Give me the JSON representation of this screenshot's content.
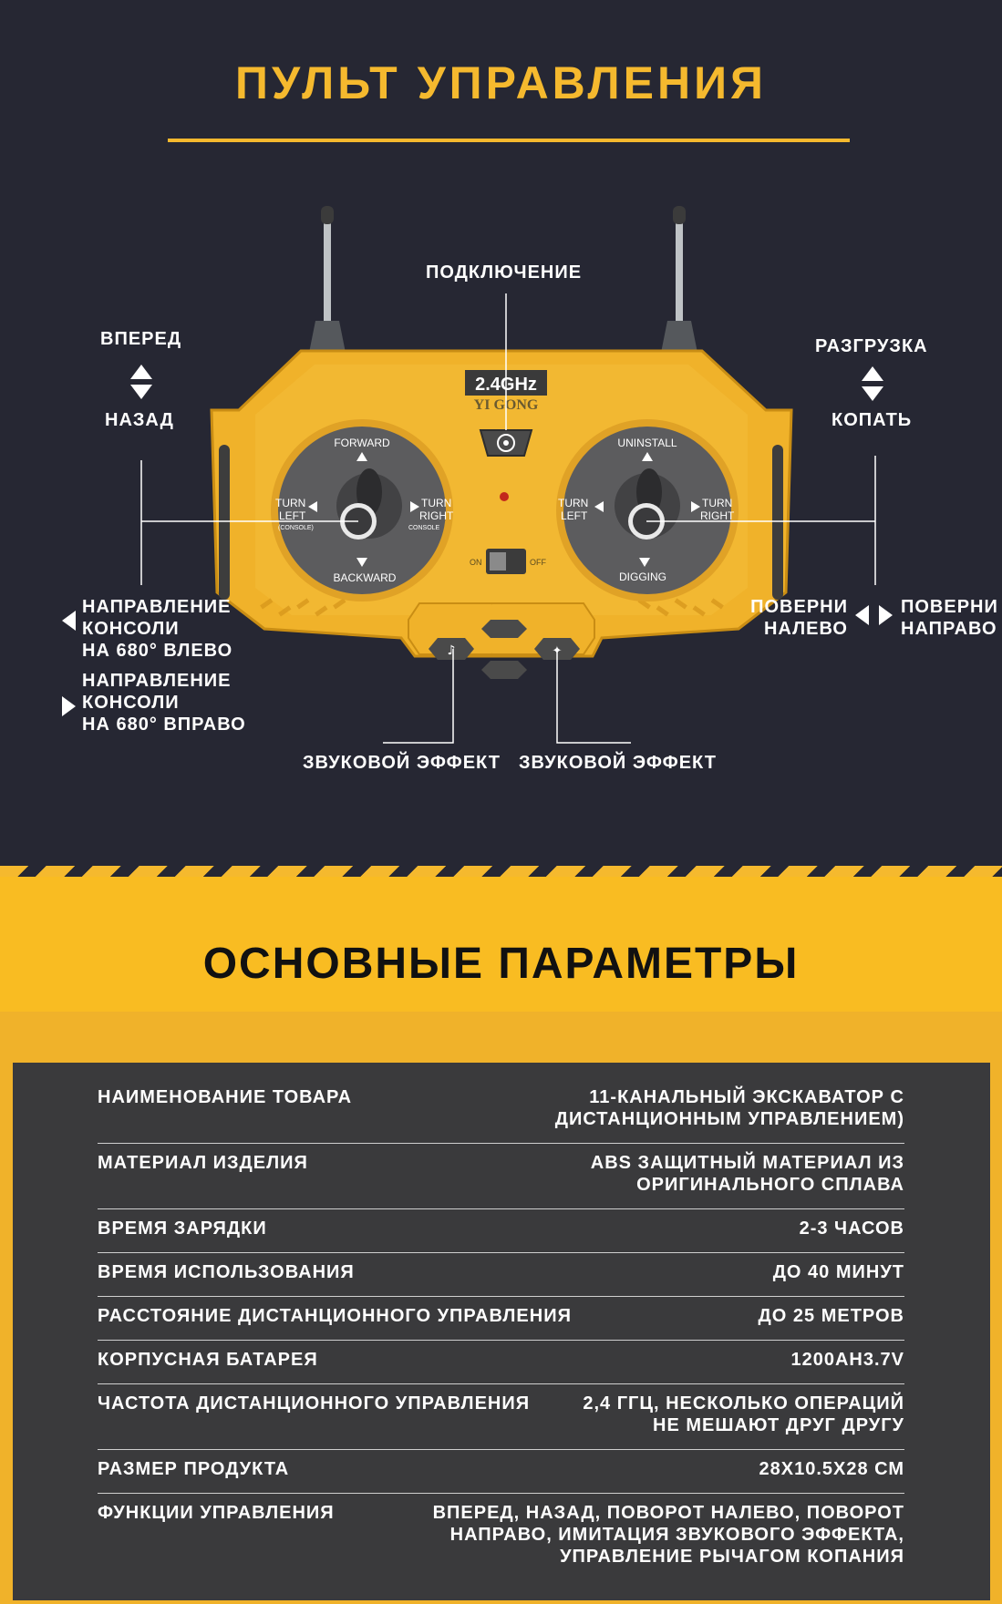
{
  "header": {
    "title": "ПУЛЬТ УПРАВЛЕНИЯ"
  },
  "remote": {
    "brand": "2.4GHz",
    "brand_sub": "YI GONG",
    "left_stick": {
      "up": "FORWARD",
      "down": "BACKWARD",
      "left": "TURN\nLEFT",
      "left_sub": "(CONSOLE)",
      "right": "TURN\nRIGHT",
      "right_sub": "CONSOLE"
    },
    "right_stick": {
      "up": "UNINSTALL",
      "down": "DIGGING",
      "left": "TURN\nLEFT",
      "right": "TURN\nRIGHT"
    },
    "switch_on": "ON",
    "switch_off": "OFF",
    "body_color": "#f0b22a",
    "dial_color": "#5c5c5e"
  },
  "labels": {
    "connect": "ПОДКЛЮЧЕНИЕ",
    "forward": "ВПЕРЕД",
    "back": "НАЗАД",
    "unload": "РАЗГРУЗКА",
    "dig": "КОПАТЬ",
    "console_left": "НАПРАВЛЕНИЕ\nКОНСОЛИ\nНА 680° ВЛЕВО",
    "console_right": "НАПРАВЛЕНИЕ\nКОНСОЛИ\nНА 680° ВПРАВО",
    "turn_left": "ПОВЕРНИ\nНАЛЕВО",
    "turn_right": "ПОВЕРНИ\nНАПРАВО",
    "sound_1": "ЗВУКОВОЙ ЭФФЕКТ",
    "sound_2": "ЗВУКОВОЙ ЭФФЕКТ"
  },
  "params": {
    "title": "ОСНОВНЫЕ ПАРАМЕТРЫ",
    "rows": [
      {
        "key": "НАИМЕНОВАНИЕ ТОВАРА",
        "value": "11-КАНАЛЬНЫЙ ЭКСКАВАТОР С\nДИСТАНЦИОННЫМ УПРАВЛЕНИЕМ)"
      },
      {
        "key": "МАТЕРИАЛ ИЗДЕЛИЯ",
        "value": "ABS ЗАЩИТНЫЙ МАТЕРИАЛ ИЗ\nОРИГИНАЛЬНОГО СПЛАВА"
      },
      {
        "key": "ВРЕМЯ ЗАРЯДКИ",
        "value": "2-3 ЧАСОВ"
      },
      {
        "key": "ВРЕМЯ ИСПОЛЬЗОВАНИЯ",
        "value": "ДО 40 МИНУТ"
      },
      {
        "key": "РАССТОЯНИЕ ДИСТАНЦИОННОГО УПРАВЛЕНИЯ",
        "value": "ДО 25 МЕТРОВ"
      },
      {
        "key": "КОРПУСНАЯ БАТАРЕЯ",
        "value": "1200AH3.7V"
      },
      {
        "key": "ЧАСТОТА ДИСТАНЦИОННОГО УПРАВЛЕНИЯ",
        "value": "2,4 ГГЦ, НЕСКОЛЬКО ОПЕРАЦИЙ\nНЕ МЕШАЮТ ДРУГ ДРУГУ"
      },
      {
        "key": "РАЗМЕР ПРОДУКТА",
        "value": "28X10.5X28 СМ"
      },
      {
        "key": "ФУНКЦИИ УПРАВЛЕНИЯ",
        "value": "ВПЕРЕД, НАЗАД, ПОВОРОТ НАЛЕВО, ПОВОРОТ\nНАПРАВО, ИМИТАЦИЯ ЗВУКОВОГО ЭФФЕКТА,\nУПРАВЛЕНИЕ РЫЧАГОМ КОПАНИЯ"
      }
    ]
  }
}
